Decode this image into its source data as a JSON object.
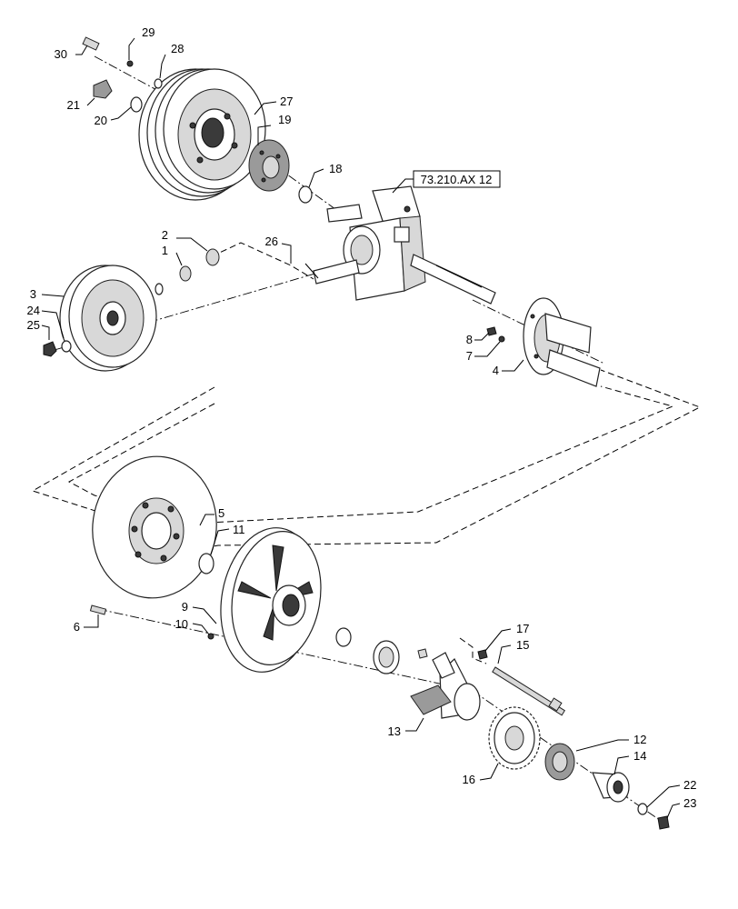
{
  "reference_box": {
    "label": "73.210.AX 12"
  },
  "callouts": [
    "1",
    "2",
    "3",
    "4",
    "5",
    "6",
    "7",
    "8",
    "9",
    "10",
    "11",
    "12",
    "13",
    "14",
    "15",
    "16",
    "17",
    "18",
    "19",
    "20",
    "21",
    "22",
    "23",
    "24",
    "25",
    "26",
    "27",
    "28",
    "29",
    "30"
  ]
}
